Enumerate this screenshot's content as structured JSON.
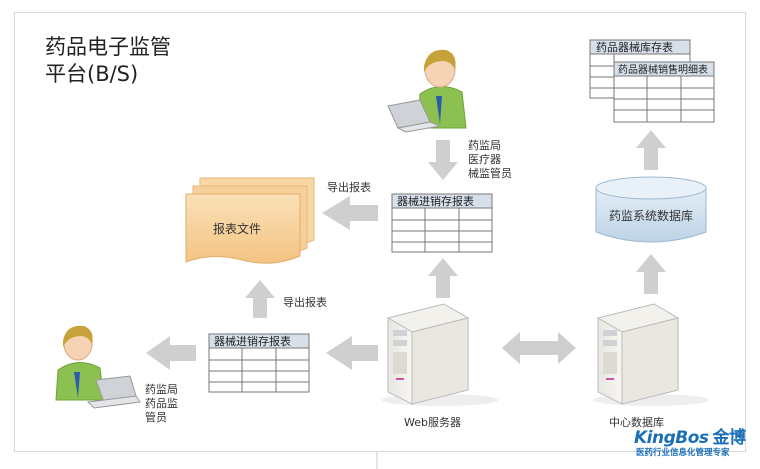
{
  "title": "药品电子监管\n平台(B/S)",
  "labels": {
    "report_file": "报表文件",
    "export_report_top": "导出报表",
    "export_report_left": "导出报表",
    "top_user": "药监局\n医疗器\n械监管员",
    "left_user": "药监局\n药品监\n管员",
    "center_table": "器械进销存报表",
    "left_table": "器械进销存报表",
    "inventory_table": "药品器械库存表",
    "sales_table": "药品器械销售明细表",
    "database": "药监系统数据库",
    "web_server": "Web服务器",
    "db_server": "中心数据库"
  },
  "logo": {
    "brand": "KingBos",
    "brand_cn": "金博",
    "tagline": "医药行业信息化管理专家"
  },
  "colors": {
    "arrow": "#cfcfcf",
    "table_header": "#d7e0ea",
    "document": "#f6cf9a",
    "database": "#c9dcec",
    "brand": "#1b6fb8"
  }
}
